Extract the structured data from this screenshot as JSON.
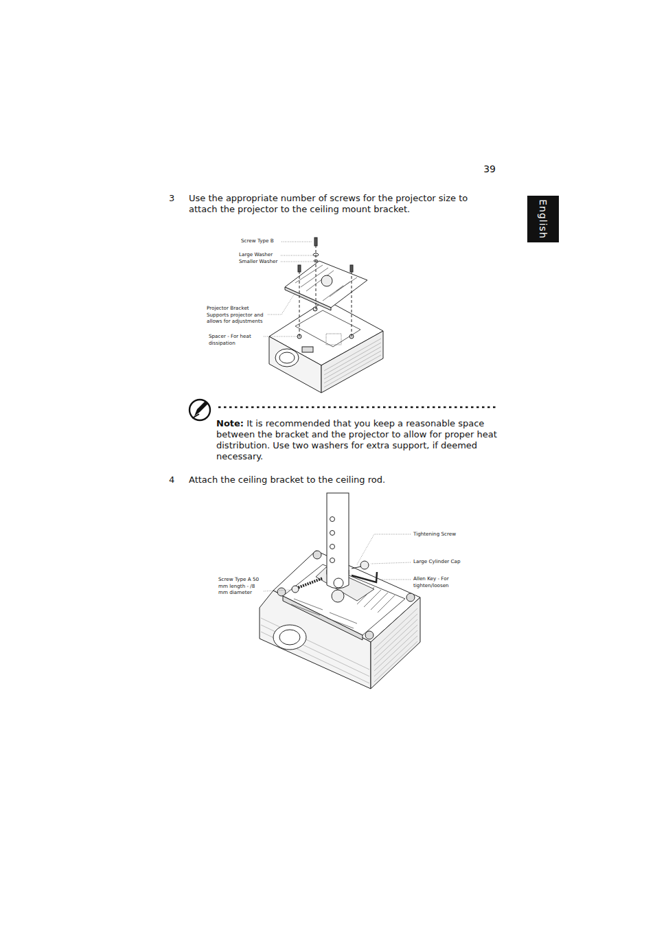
{
  "diagram": {
    "nodes": [
      {
        "text": [
          "English"
        ]
      }
    ],
    "labels": [
      "39",
      "3",
      "Use the appropriate number of screws for the projector size to attach the projector to the ceiling mount bracket.",
      "Screw Type B",
      "Large Washer",
      "Smaller Washer",
      "Projector Bracket Supports projector and allows for adjustments",
      "Spacer - For heat dissipation",
      "Note:",
      "It is recommended that you keep a reasonable space between the bracket and the projector to allow for proper heat distribution. Use two washers for extra support, if deemed necessary.",
      "4",
      "Attach the ceiling bracket to the ceiling rod.",
      "Tightening Screw",
      "Large Cylinder Cap",
      "Allen Key - For tighten/loosen",
      "Screw Type A 50 mm length - /8 mm diameter"
    ]
  }
}
